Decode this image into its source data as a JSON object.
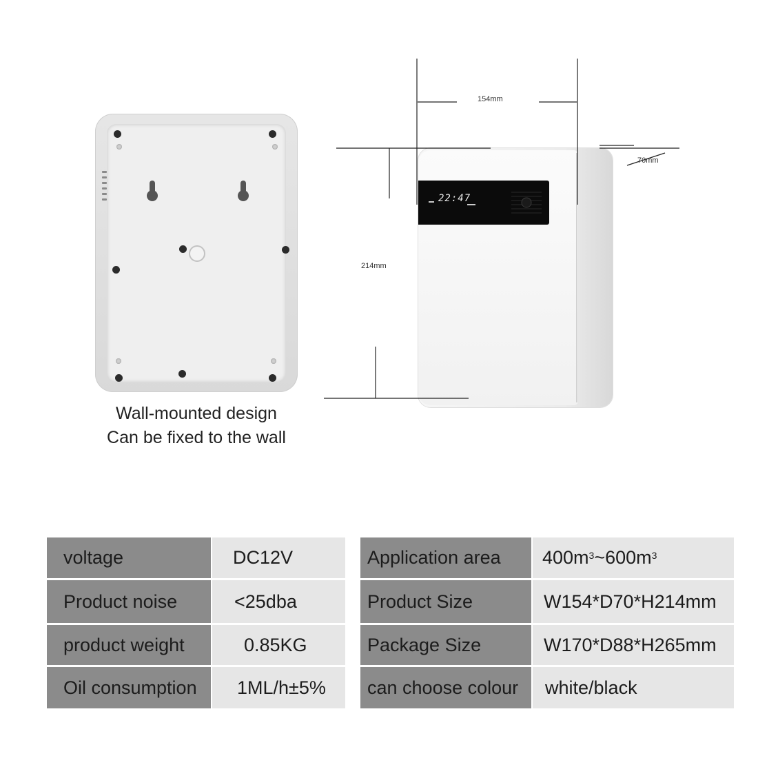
{
  "dimensions": {
    "width": "154mm",
    "depth": "70mm",
    "height": "214mm"
  },
  "display": {
    "clock": "22:47"
  },
  "caption": {
    "line1": "Wall-mounted design",
    "line2": "Can be fixed to the wall"
  },
  "specs_left": [
    {
      "label": "voltage",
      "value": "DC12V"
    },
    {
      "label": "Product noise",
      "value": "<25dba"
    },
    {
      "label": "product weight",
      "value": "0.85KG"
    },
    {
      "label": "Oil consumption",
      "value": "1ML/h±5%"
    }
  ],
  "specs_right": [
    {
      "label": "Application area",
      "value_a": "400m",
      "sup_a": "3",
      "value_b": " ~600m",
      "sup_b": "3"
    },
    {
      "label": "Product Size",
      "value": "W154*D70*H214mm"
    },
    {
      "label": "Package Size",
      "value": "W170*D88*H265mm"
    },
    {
      "label": "can choose colour",
      "value": "white/black"
    }
  ],
  "colors": {
    "label_bg": "#8b8b8b",
    "value_bg": "#e6e6e6",
    "display": "#0b0b0b"
  }
}
